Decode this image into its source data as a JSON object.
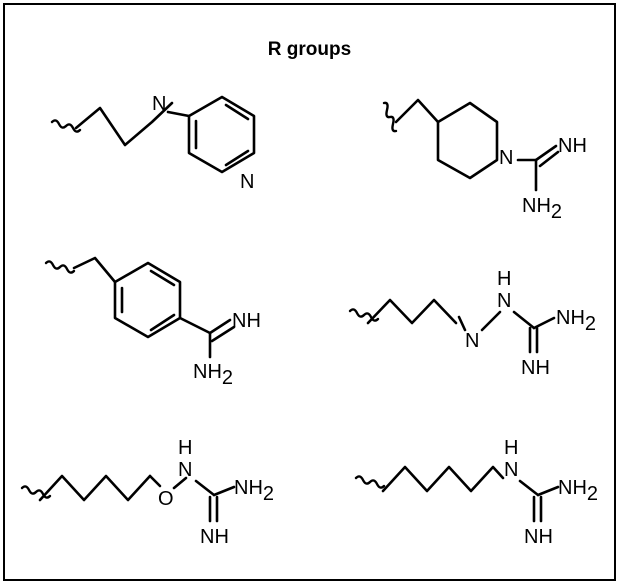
{
  "title": "R groups",
  "labels": {
    "n": "N",
    "nh": "NH",
    "nh2_base": "NH",
    "sub2": "2",
    "h": "H",
    "o": "O"
  }
}
